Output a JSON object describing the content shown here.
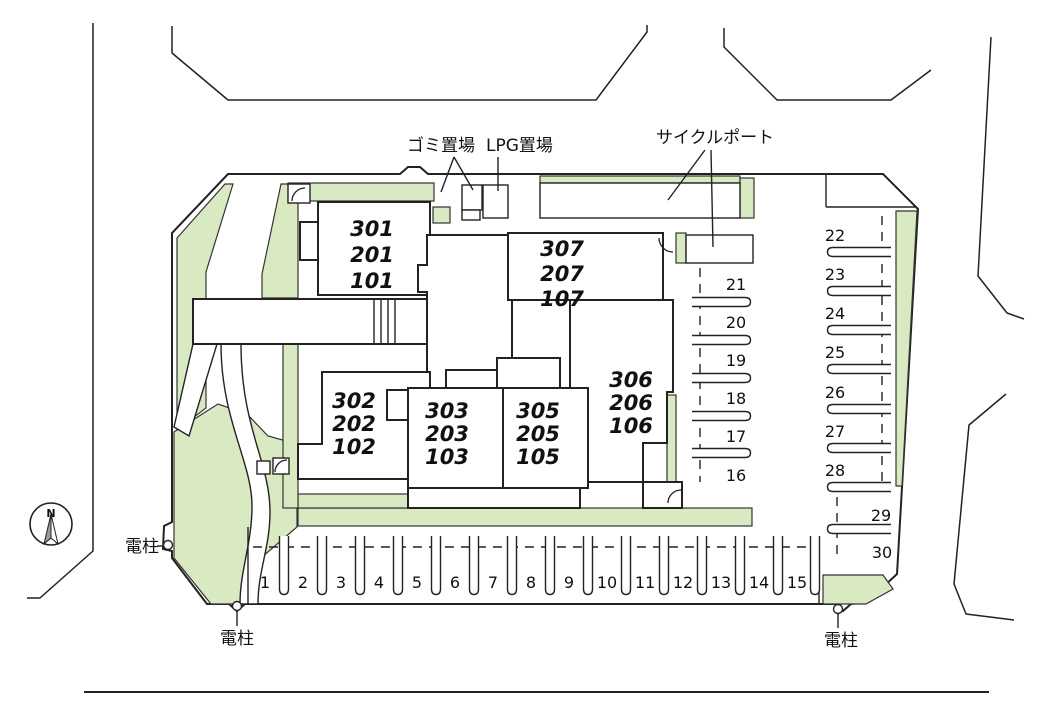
{
  "labels": {
    "garbage": "ゴミ置場",
    "lpg": "LPG置場",
    "cycle_port": "サイクルポート",
    "utility_pole": "電柱",
    "compass_north": "N"
  },
  "units": [
    {
      "name": "block-301",
      "lines": [
        "301",
        "201",
        "101"
      ]
    },
    {
      "name": "block-307",
      "lines": [
        "307",
        "207",
        "107"
      ]
    },
    {
      "name": "block-302",
      "lines": [
        "302",
        "202",
        "102"
      ]
    },
    {
      "name": "block-303",
      "lines": [
        "303",
        "203",
        "103"
      ]
    },
    {
      "name": "block-305",
      "lines": [
        "305",
        "205",
        "105"
      ]
    },
    {
      "name": "block-306",
      "lines": [
        "306",
        "206",
        "106"
      ]
    }
  ],
  "parking": {
    "bottom_row": [
      "1",
      "2",
      "3",
      "4",
      "5",
      "6",
      "7",
      "8",
      "9",
      "10",
      "11",
      "12",
      "13",
      "14",
      "15"
    ],
    "middle_column": [
      "21",
      "20",
      "19",
      "18",
      "17",
      "16"
    ],
    "right_column": [
      "22",
      "23",
      "24",
      "25",
      "26",
      "27",
      "28"
    ],
    "corner": [
      "29",
      "30"
    ]
  },
  "colors": {
    "landscape": "#d9eac3",
    "line": "#222222",
    "background": "#ffffff"
  }
}
